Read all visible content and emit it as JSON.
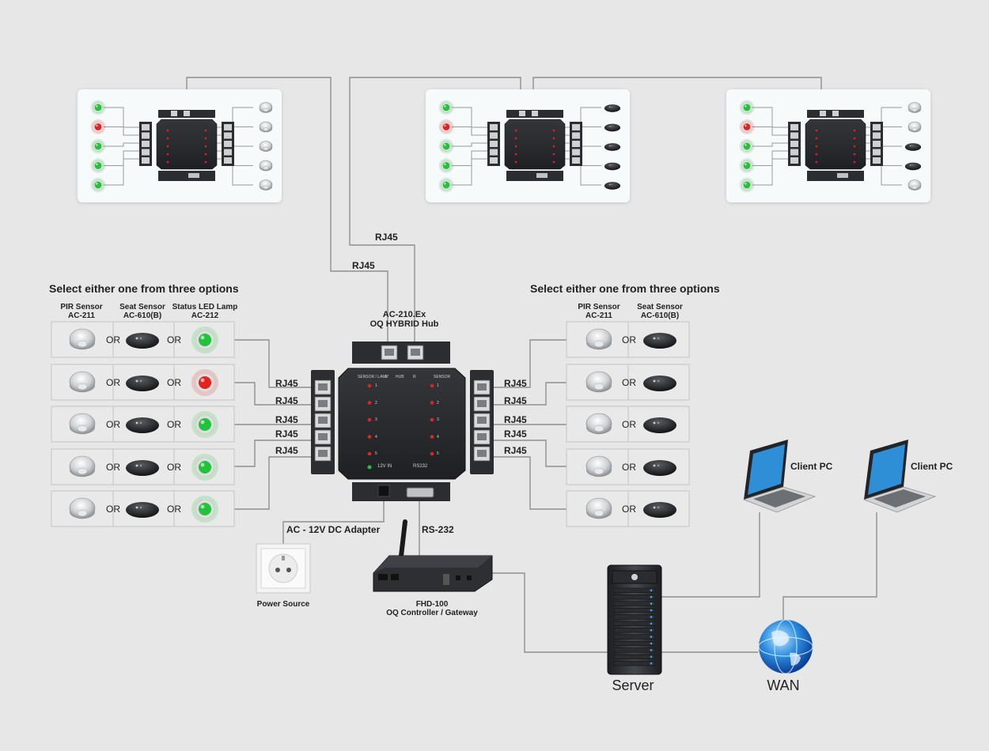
{
  "labels": {
    "select_left": "Select either one from three options",
    "select_right": "Select either one from three options",
    "col_pir": "PIR Sensor",
    "col_pir_model": "AC-211",
    "col_seat": "Seat Sensor",
    "col_seat_model": "AC-610(B)",
    "col_led": "Status LED Lamp",
    "col_led_model": "AC-212",
    "or": "OR",
    "rj45": "RJ45",
    "hub_model": "AC-210.Ex",
    "hub_name": "OQ HYBRID Hub",
    "adapter": "AC - 12V DC Adapter",
    "rs232": "RS-232",
    "power_source": "Power Source",
    "gateway_model": "FHD-100",
    "gateway_name": "OQ Controller / Gateway",
    "client_pc": "Client PC",
    "server": "Server",
    "wan": "WAN"
  },
  "hub_panel": {
    "sensor_lamp": "SENSOR / LAMP",
    "hub": "HUB",
    "l": "L",
    "r": "R",
    "sensor": "SENSOR",
    "port_numbers": [
      "1",
      "2",
      "3",
      "4",
      "5"
    ],
    "power_in": "12V IN",
    "rs232": "RS232"
  },
  "left_rows": [
    {
      "led_color": "#22c23a"
    },
    {
      "led_color": "#e3231f"
    },
    {
      "led_color": "#22c23a"
    },
    {
      "led_color": "#22c23a"
    },
    {
      "led_color": "#22c23a"
    }
  ],
  "top_hubs": [
    {
      "left_leds": [
        "#22c23a",
        "#e3231f",
        "#22c23a",
        "#22c23a",
        "#22c23a"
      ],
      "right_devices": [
        "pir",
        "pir",
        "pir",
        "pir",
        "pir"
      ]
    },
    {
      "left_leds": [
        "#22c23a",
        "#e3231f",
        "#22c23a",
        "#22c23a",
        "#22c23a"
      ],
      "right_devices": [
        "seat",
        "seat",
        "seat",
        "seat",
        "seat"
      ]
    },
    {
      "left_leds": [
        "#22c23a",
        "#e3231f",
        "#22c23a",
        "#22c23a",
        "#22c23a"
      ],
      "right_devices": [
        "pir",
        "pir",
        "seat",
        "seat",
        "pir"
      ]
    }
  ],
  "colors": {
    "wire": "#8f8f8f",
    "device_dark": "#2b2d30",
    "led_green": "#22c23a",
    "led_red": "#e3231f",
    "screen_blue": "#2f8fd6",
    "globe_blue": "#1f6fd6"
  }
}
